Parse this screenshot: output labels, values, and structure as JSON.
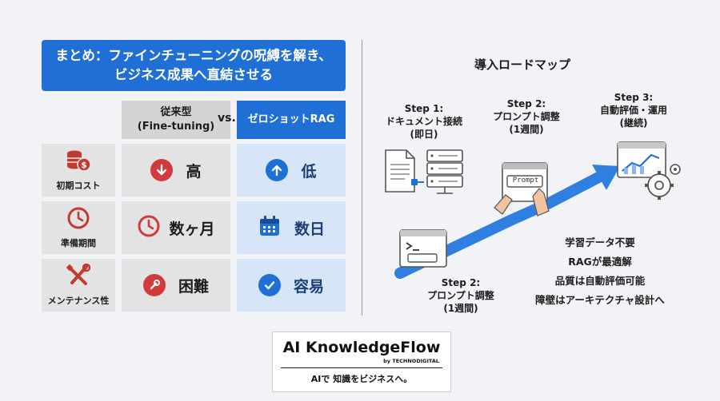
{
  "banner": {
    "line1": "まとめ：ファインチューニングの呪縛を解き、",
    "line2": "ビジネス成果へ直結させる"
  },
  "comparison": {
    "traditional_header_line1": "従来型",
    "traditional_header_line2": "(Fine-tuning)",
    "vs_label": "vs.",
    "rag_header": "ゼロショットRAG",
    "rows": [
      {
        "label": "初期コスト",
        "label_icon": "coins-dollar-icon",
        "traditional": "高",
        "traditional_icon": "arrow-down-icon",
        "rag": "低",
        "rag_icon": "arrow-up-icon"
      },
      {
        "label": "準備期間",
        "label_icon": "clock-icon",
        "traditional": "数ヶ月",
        "traditional_icon": "clock-icon",
        "rag": "数日",
        "rag_icon": "calendar-icon"
      },
      {
        "label": "メンテナンス性",
        "label_icon": "tools-icon",
        "traditional": "困難",
        "traditional_icon": "wrench-icon",
        "rag": "容易",
        "rag_icon": "check-icon"
      }
    ]
  },
  "roadmap": {
    "title": "導入ロードマップ",
    "steps": [
      {
        "line1": "Step 1:",
        "line2": "ドキュメント接続",
        "line3": "(即日)"
      },
      {
        "line1": "Step 2:",
        "line2": "プロンプト調整",
        "line3": "(1週間)"
      },
      {
        "line1": "Step 3:",
        "line2": "自動評価・運用",
        "line3": "(継続)"
      },
      {
        "line1": "Step 2:",
        "line2": "プロンプト調整",
        "line3": "(1週間)"
      }
    ],
    "prompt_box_label": "Prompt",
    "notes": [
      "学習データ不要",
      "RAGが最適解",
      "品質は自動評価可能",
      "障壁はアーキテクチャ設計へ"
    ]
  },
  "brand": {
    "name": "AI KnowledgeFlow",
    "by": "by TECHNODIGITAL",
    "tagline": "AIで 知識をビジネスへ。"
  },
  "colors": {
    "accent_blue": "#1f6fd6",
    "red": "#d23b3b",
    "rag_cell": "#d6e6f8",
    "trad_cell": "#e3e3e3"
  }
}
